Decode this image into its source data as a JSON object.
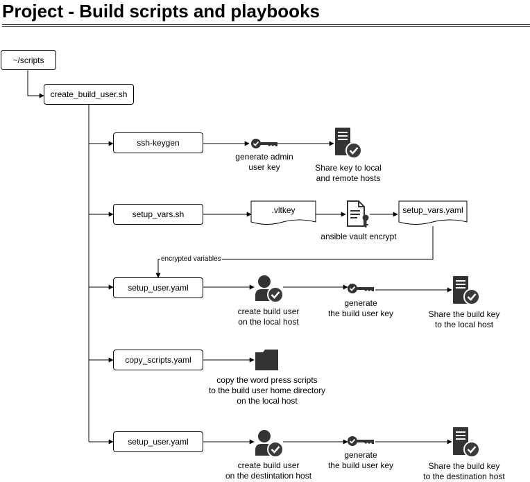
{
  "title": "Project - Build scripts and playbooks",
  "nodes": {
    "scripts_dir": "~/scripts",
    "create_build_user": "create_build_user.sh",
    "ssh_keygen": "ssh-keygen",
    "setup_vars": "setup_vars.sh",
    "setup_user_1": "setup_user.yaml",
    "copy_scripts": "copy_scripts.yaml",
    "setup_user_2": "setup_user.yaml",
    "vltkey": ".vltkey",
    "setup_vars_yaml": "setup_vars.yaml"
  },
  "edge_labels": {
    "encrypted_variables": "encrypted variables"
  },
  "captions": {
    "generate_admin_key": "generate admin\nuser key",
    "share_key_local_remote": "Share key to local\nand remote hosts",
    "ansible_vault_encrypt": "ansible vault encrypt",
    "create_build_user_local": "create build user\non the local host",
    "generate_build_key_1": "generate\nthe build user key",
    "share_build_key_local": "Share the build key\nto the local host",
    "copy_wordpress_scripts": "copy the word press scripts\nto the build user home directory\non the local host",
    "create_build_user_dest": "create build user\non the destintation host",
    "generate_build_key_2": "generate\nthe build user key",
    "share_build_key_dest": "Share the build key\nto the destination host"
  },
  "icons": {
    "key_1": "key-icon",
    "server_check_1": "server-check-icon",
    "document_lock": "document-key-icon",
    "user_check_1": "user-check-icon",
    "key_2": "key-icon",
    "server_check_2": "server-check-icon",
    "folder": "folder-icon",
    "user_check_2": "user-check-icon",
    "key_3": "key-icon",
    "server_check_3": "server-check-icon"
  },
  "colors": {
    "line": "#000000",
    "icon_fill": "#333333",
    "badge_fill": "#3a3a3a"
  }
}
